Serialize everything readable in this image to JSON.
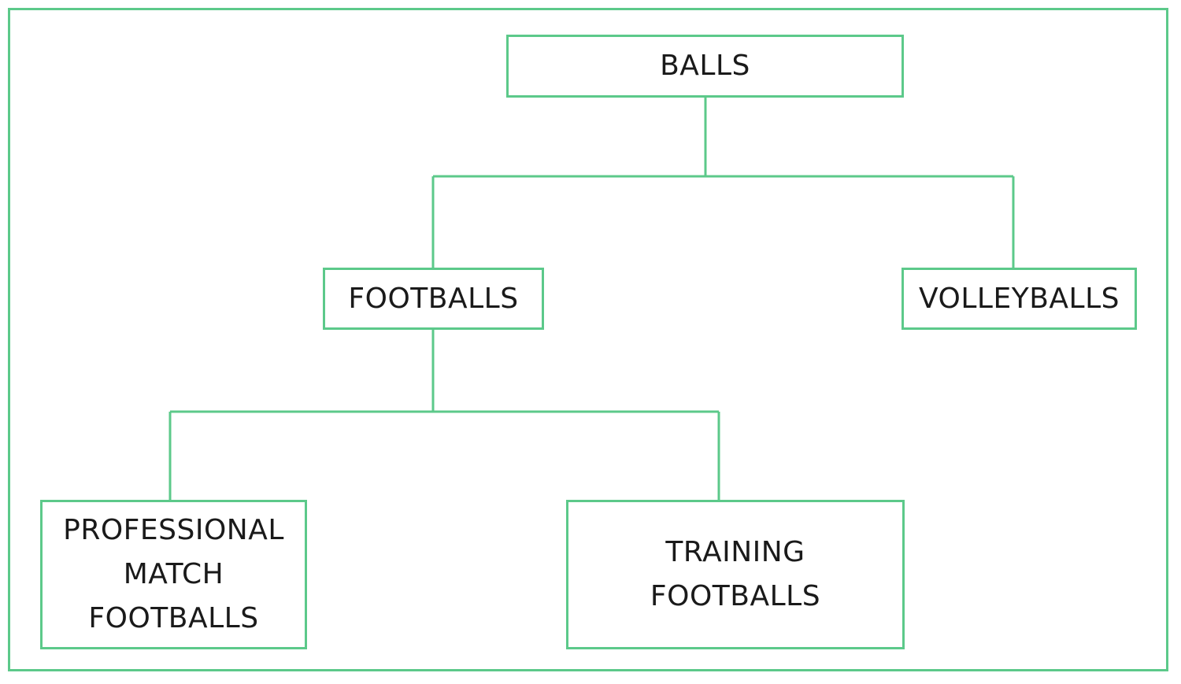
{
  "diagram": {
    "border_color": "#5cc98a",
    "text_color": "#1a1a1a",
    "nodes": {
      "root": {
        "label": "BALLS"
      },
      "footballs": {
        "label": "FOOTBALLS"
      },
      "volleyballs": {
        "label": "VOLLEYBALLS"
      },
      "professional_match_footballs": {
        "label": "PROFESSIONAL\nMATCH\nFOOTBALLS"
      },
      "training_footballs": {
        "label": "TRAINING\nFOOTBALLS"
      }
    },
    "edges": [
      {
        "from": "root",
        "to": "footballs"
      },
      {
        "from": "root",
        "to": "volleyballs"
      },
      {
        "from": "footballs",
        "to": "professional_match_footballs"
      },
      {
        "from": "footballs",
        "to": "training_footballs"
      }
    ]
  }
}
